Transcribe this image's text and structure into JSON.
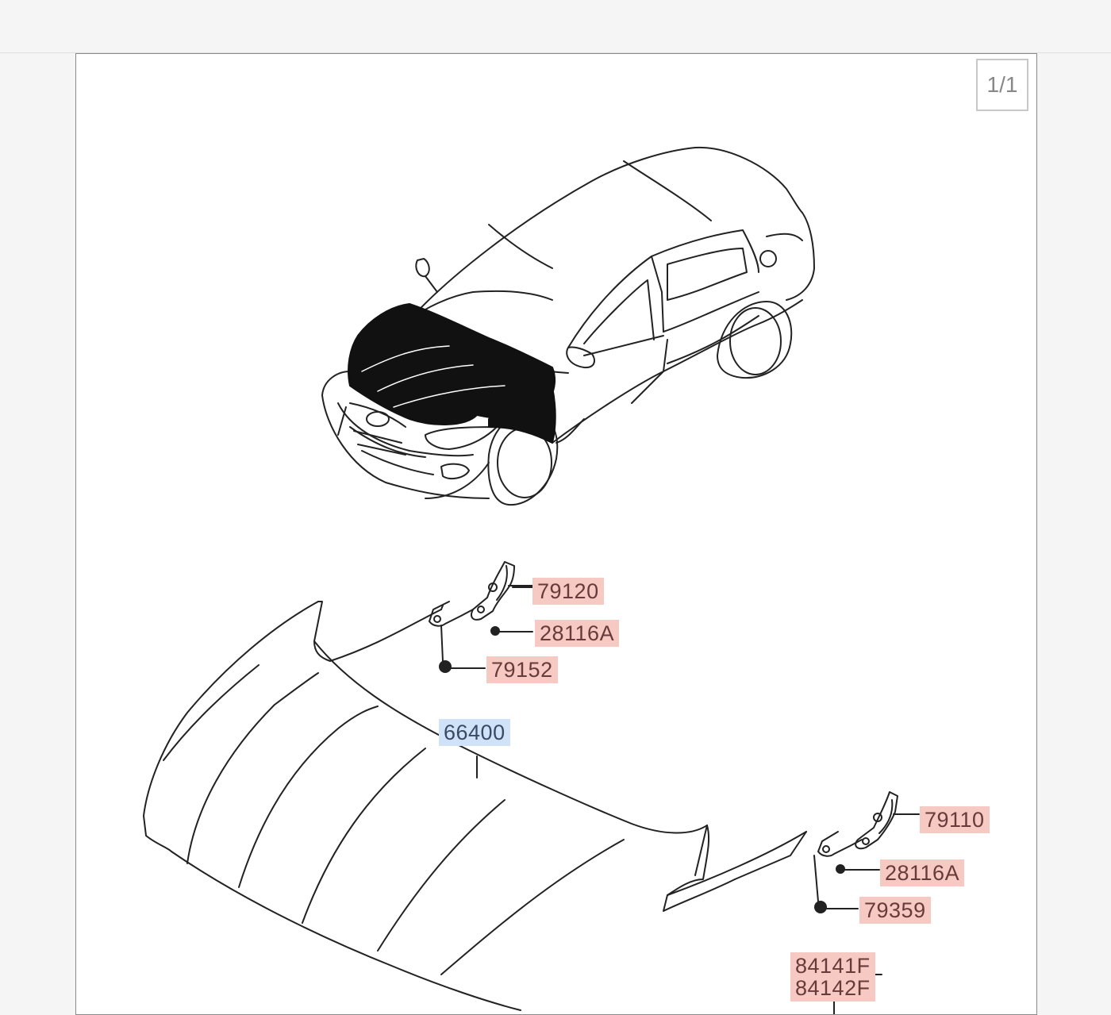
{
  "viewer": {
    "page_indicator": "1/1"
  },
  "callouts": [
    {
      "id": "79120",
      "label": "79120"
    },
    {
      "id": "28116A_top",
      "label": "28116A"
    },
    {
      "id": "79152",
      "label": "79152"
    },
    {
      "id": "66400",
      "label": "66400",
      "highlighted": true
    },
    {
      "id": "79110",
      "label": "79110"
    },
    {
      "id": "28116A_bottom",
      "label": "28116A"
    },
    {
      "id": "79359",
      "label": "79359"
    },
    {
      "id": "84141F",
      "label": "84141F"
    },
    {
      "id": "84142F",
      "label": "84142F"
    }
  ],
  "colors": {
    "callout_bg": "#f6c9c3",
    "callout_highlight_bg": "#cfe2f7",
    "line": "#222222"
  }
}
